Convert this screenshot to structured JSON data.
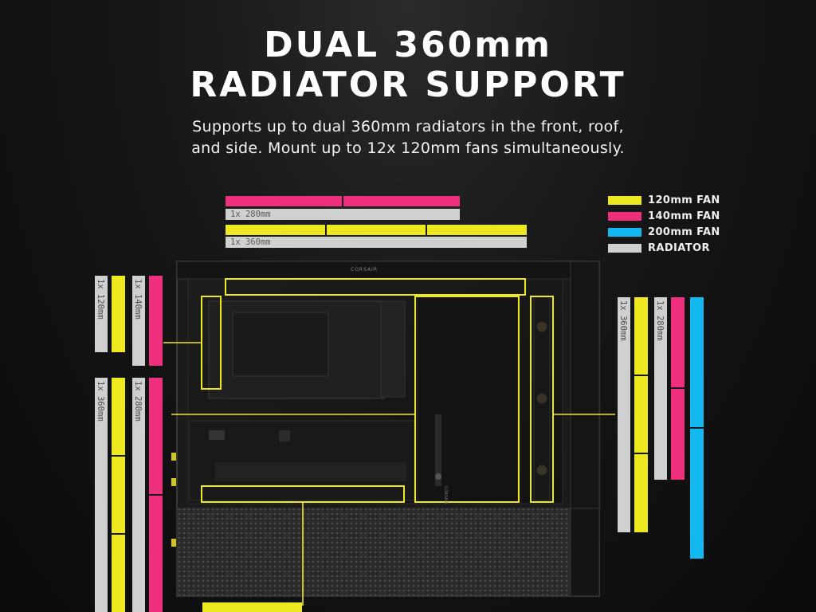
{
  "header": {
    "title_line1": "DUAL 360mm",
    "title_line2": "RADIATOR SUPPORT",
    "subtitle_line1": "Supports up to dual 360mm radiators in the front, roof,",
    "subtitle_line2": "and side. Mount up to 12x 120mm fans simultaneously."
  },
  "legend": [
    {
      "label": "120mm FAN",
      "color": "#eee820"
    },
    {
      "label": "140mm FAN",
      "color": "#ee2f7c"
    },
    {
      "label": "200mm FAN",
      "color": "#14b8f0"
    },
    {
      "label": "RADIATOR",
      "color": "#cfd0d0"
    }
  ],
  "top": {
    "rad_280_label": "1x 280mm",
    "rad_360_label": "1x 360mm"
  },
  "left": {
    "rad_120_label": "1x 120mm",
    "rad_140_label": "1x 140mm",
    "rad_360_label": "1x 360mm",
    "rad_280_label": "1x 280mm"
  },
  "right": {
    "rad_360_label": "1x 360mm",
    "rad_280_label": "1x 280mm"
  },
  "case": {
    "brand_label": "CORSAIR",
    "shroud_brand_label": "CORSAIR"
  }
}
